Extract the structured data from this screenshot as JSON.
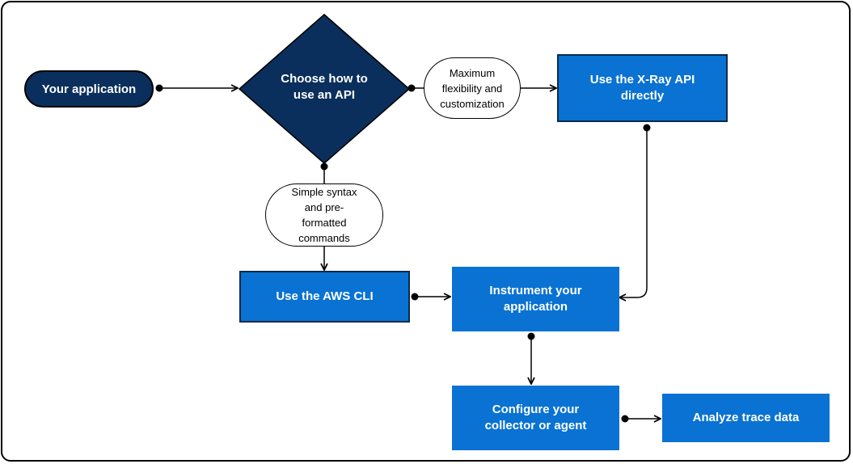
{
  "diagram": {
    "start": "Your application",
    "decision": [
      "Choose how to",
      "use an API"
    ],
    "condition_right": [
      "Maximum",
      "flexibility and",
      "customization"
    ],
    "condition_down": [
      "Simple syntax",
      "and pre-",
      "formatted",
      "commands"
    ],
    "xray_api": [
      "Use the X-Ray API",
      "directly"
    ],
    "aws_cli": "Use the AWS CLI",
    "instrument": [
      "Instrument your",
      "application"
    ],
    "configure": [
      "Configure your",
      "collector or agent"
    ],
    "analyze": "Analyze trace data"
  },
  "colors": {
    "dark_navy": "#0a2f5c",
    "blue": "#0972d3",
    "line": "#000000"
  }
}
